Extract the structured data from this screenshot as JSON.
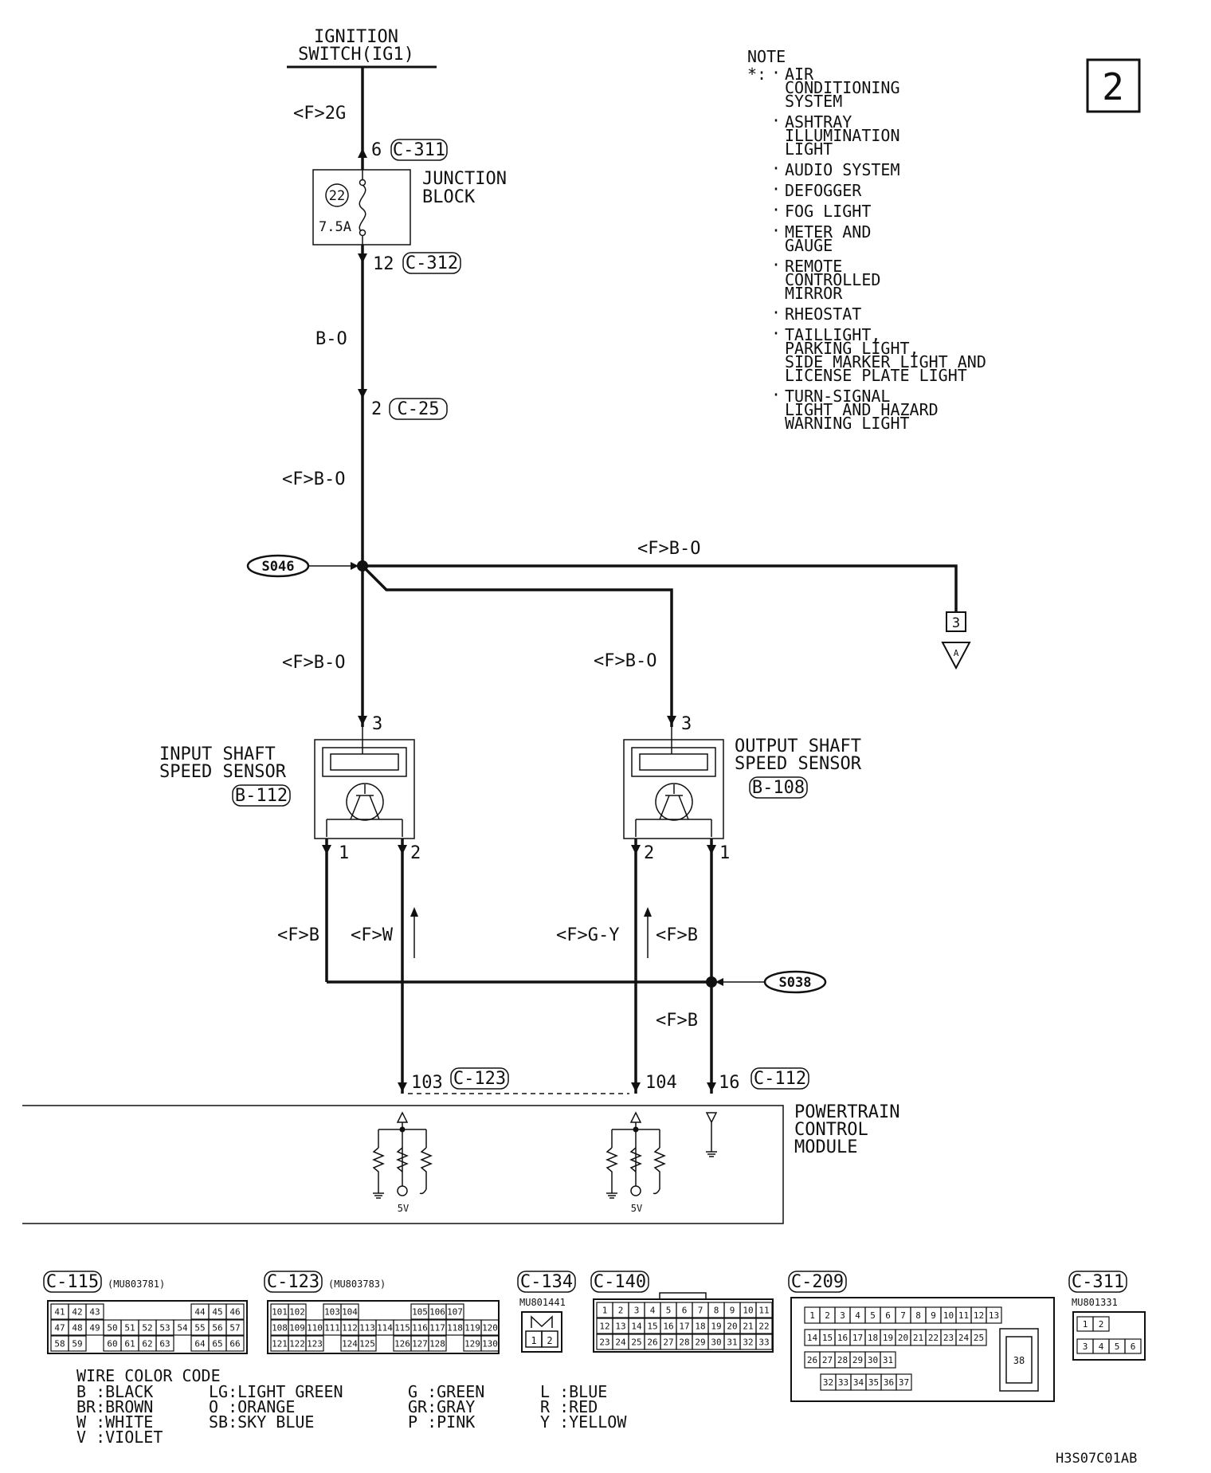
{
  "page_number": "2",
  "diagram_code": "H3S07C01AB",
  "ignition": {
    "line1": "IGNITION",
    "line2": "SWITCH(IG1)"
  },
  "wires": {
    "w_2g": "<F>2G",
    "w_bo": "B-O",
    "w_fbo_main": "<F>B-O",
    "w_fbo_branch": "<F>B-O",
    "w_fbo_left": "<F>B-O",
    "w_fbo_right": "<F>B-O",
    "w_fb_left": "<F>B",
    "w_fw": "<F>W",
    "w_fgy": "<F>G-Y",
    "w_fb_right": "<F>B",
    "w_fb_lower": "<F>B"
  },
  "junction_block": {
    "line1": "JUNCTION",
    "line2": "BLOCK",
    "fuse_number": "22",
    "fuse_rating": "7.5A",
    "pin_in": "6",
    "conn_in": "C-311",
    "pin_out": "12",
    "conn_out": "C-312"
  },
  "conn_c25": {
    "pin": "2",
    "label": "C-25"
  },
  "splices": {
    "s046": "S046",
    "s038": "S038"
  },
  "ref_connector": {
    "pin": "3",
    "arrow": "A"
  },
  "input_sensor": {
    "line1": "INPUT SHAFT",
    "line2": "SPEED SENSOR",
    "conn": "B-112",
    "pin_top": "3",
    "pin_a": "1",
    "pin_b": "2"
  },
  "output_sensor": {
    "line1": "OUTPUT SHAFT",
    "line2": "SPEED SENSOR",
    "conn": "B-108",
    "pin_top": "3",
    "pin_a": "2",
    "pin_b": "1"
  },
  "pcm": {
    "line1": "POWERTRAIN",
    "line2": "CONTROL",
    "line3": "MODULE",
    "pin_103": "103",
    "conn_c123": "C-123",
    "pin_104": "104",
    "pin_16": "16",
    "conn_c112": "C-112",
    "v1": "5V",
    "v2": "5V"
  },
  "note": {
    "title": "NOTE",
    "marker": "*:",
    "items": [
      [
        "AIR",
        "CONDITIONING",
        "SYSTEM"
      ],
      [
        "ASHTRAY",
        "ILLUMINATION",
        "LIGHT"
      ],
      [
        "AUDIO SYSTEM"
      ],
      [
        "DEFOGGER"
      ],
      [
        "FOG LIGHT"
      ],
      [
        "METER AND",
        "GAUGE"
      ],
      [
        "REMOTE",
        "CONTROLLED",
        "MIRROR"
      ],
      [
        "RHEOSTAT"
      ],
      [
        "TAILLIGHT,",
        "PARKING LIGHT,",
        "SIDE MARKER LIGHT AND",
        "LICENSE PLATE LIGHT"
      ],
      [
        "TURN-SIGNAL",
        "LIGHT AND HAZARD",
        "WARNING LIGHT"
      ]
    ]
  },
  "connectors": {
    "c115": {
      "label": "C-115",
      "part": "(MU803781)",
      "row1": [
        "41",
        "42",
        "43",
        "",
        "",
        "",
        "",
        "",
        "44",
        "45",
        "46"
      ],
      "row2": [
        "47",
        "48",
        "49",
        "50",
        "51",
        "52",
        "53",
        "54",
        "55",
        "56",
        "57"
      ],
      "row3": [
        "58",
        "59",
        "",
        "60",
        "61",
        "62",
        "63",
        "",
        "64",
        "65",
        "66"
      ]
    },
    "c123": {
      "label": "C-123",
      "part": "(MU803783)",
      "row1": [
        "101",
        "102",
        "",
        "103",
        "104",
        "",
        "",
        "",
        "105",
        "106",
        "107"
      ],
      "row2": [
        "108",
        "109",
        "110",
        "111",
        "112",
        "113",
        "114",
        "115",
        "116",
        "117",
        "118",
        "119",
        "120"
      ],
      "row3": [
        "121",
        "122",
        "123",
        "",
        "124",
        "125",
        "",
        "126",
        "127",
        "128",
        "",
        "129",
        "130"
      ]
    },
    "c134": {
      "label": "C-134",
      "part": "MU801441",
      "pins": [
        "1",
        "2"
      ]
    },
    "c140": {
      "label": "C-140",
      "row1": [
        "1",
        "2",
        "3",
        "4",
        "5",
        "6",
        "7",
        "8",
        "9",
        "10",
        "11"
      ],
      "row2": [
        "12",
        "13",
        "14",
        "15",
        "16",
        "17",
        "18",
        "19",
        "20",
        "21",
        "22"
      ],
      "row3": [
        "23",
        "24",
        "25",
        "26",
        "27",
        "28",
        "29",
        "30",
        "31",
        "32",
        "33"
      ]
    },
    "c209": {
      "label": "C-209",
      "row1": [
        "1",
        "2",
        "3",
        "4",
        "5",
        "6",
        "7",
        "8",
        "9",
        "10",
        "11",
        "12",
        "13"
      ],
      "row2": [
        "14",
        "15",
        "16",
        "17",
        "18",
        "19",
        "20",
        "21",
        "22",
        "23",
        "24",
        "25"
      ],
      "row3": [
        "26",
        "27",
        "28",
        "29",
        "30",
        "31"
      ],
      "row4": [
        "32",
        "33",
        "34",
        "35",
        "36",
        "37"
      ],
      "big": "38"
    },
    "c311": {
      "label": "C-311",
      "part": "MU801331",
      "row1": [
        "1",
        "2"
      ],
      "row2": [
        "3",
        "4",
        "5",
        "6"
      ]
    }
  },
  "wire_color_code": {
    "title": "WIRE COLOR CODE",
    "col1": [
      "B :BLACK",
      "BR:BROWN",
      "W :WHITE",
      "V :VIOLET"
    ],
    "col2": [
      "LG:LIGHT GREEN",
      "O :ORANGE",
      "SB:SKY BLUE"
    ],
    "col3": [
      "G :GREEN",
      "GR:GRAY",
      "P :PINK"
    ],
    "col4": [
      "L :BLUE",
      "R :RED",
      "Y :YELLOW"
    ]
  }
}
